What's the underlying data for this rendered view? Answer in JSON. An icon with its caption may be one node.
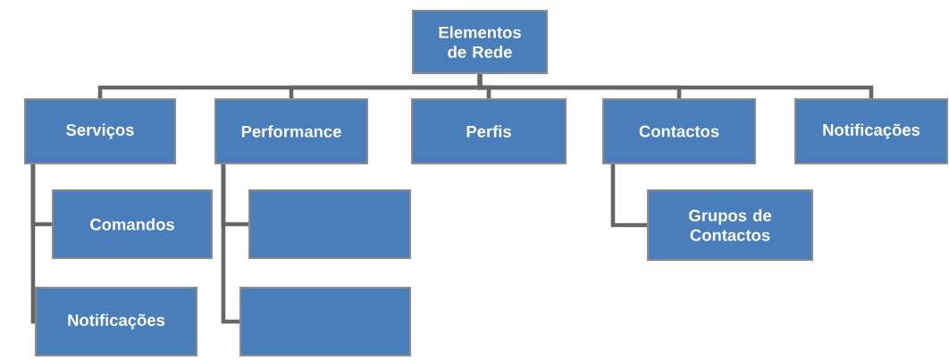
{
  "diagram": {
    "nodes": [
      {
        "text": [
          "Elementos de Rede"
        ]
      },
      {
        "text": [
          "Serviços"
        ]
      },
      {
        "text": [
          "Performance"
        ]
      },
      {
        "text": [
          "Perfis"
        ]
      },
      {
        "text": [
          "Contactos"
        ]
      },
      {
        "text": [
          "Notificações"
        ]
      },
      {
        "text": [
          "Comandos"
        ]
      },
      {
        "text": [
          "Notificações"
        ]
      },
      {
        "text": [],
        "shape": "box"
      },
      {
        "text": [],
        "shape": "box"
      },
      {
        "text": [
          "Grupos de Contactos"
        ]
      }
    ],
    "edges": [
      {
        "from": 0,
        "to": 1,
        "arrow": "none"
      },
      {
        "from": 0,
        "to": 2,
        "arrow": "none"
      },
      {
        "from": 0,
        "to": 3,
        "arrow": "none"
      },
      {
        "from": 0,
        "to": 4,
        "arrow": "none"
      },
      {
        "from": 0,
        "to": 5,
        "arrow": "none"
      },
      {
        "from": 1,
        "to": 6,
        "arrow": "none"
      },
      {
        "from": 1,
        "to": 7,
        "arrow": "none"
      },
      {
        "from": 2,
        "to": 8,
        "arrow": "none"
      },
      {
        "from": 2,
        "to": 9,
        "arrow": "none"
      },
      {
        "from": 4,
        "to": 10,
        "arrow": "none"
      }
    ]
  }
}
